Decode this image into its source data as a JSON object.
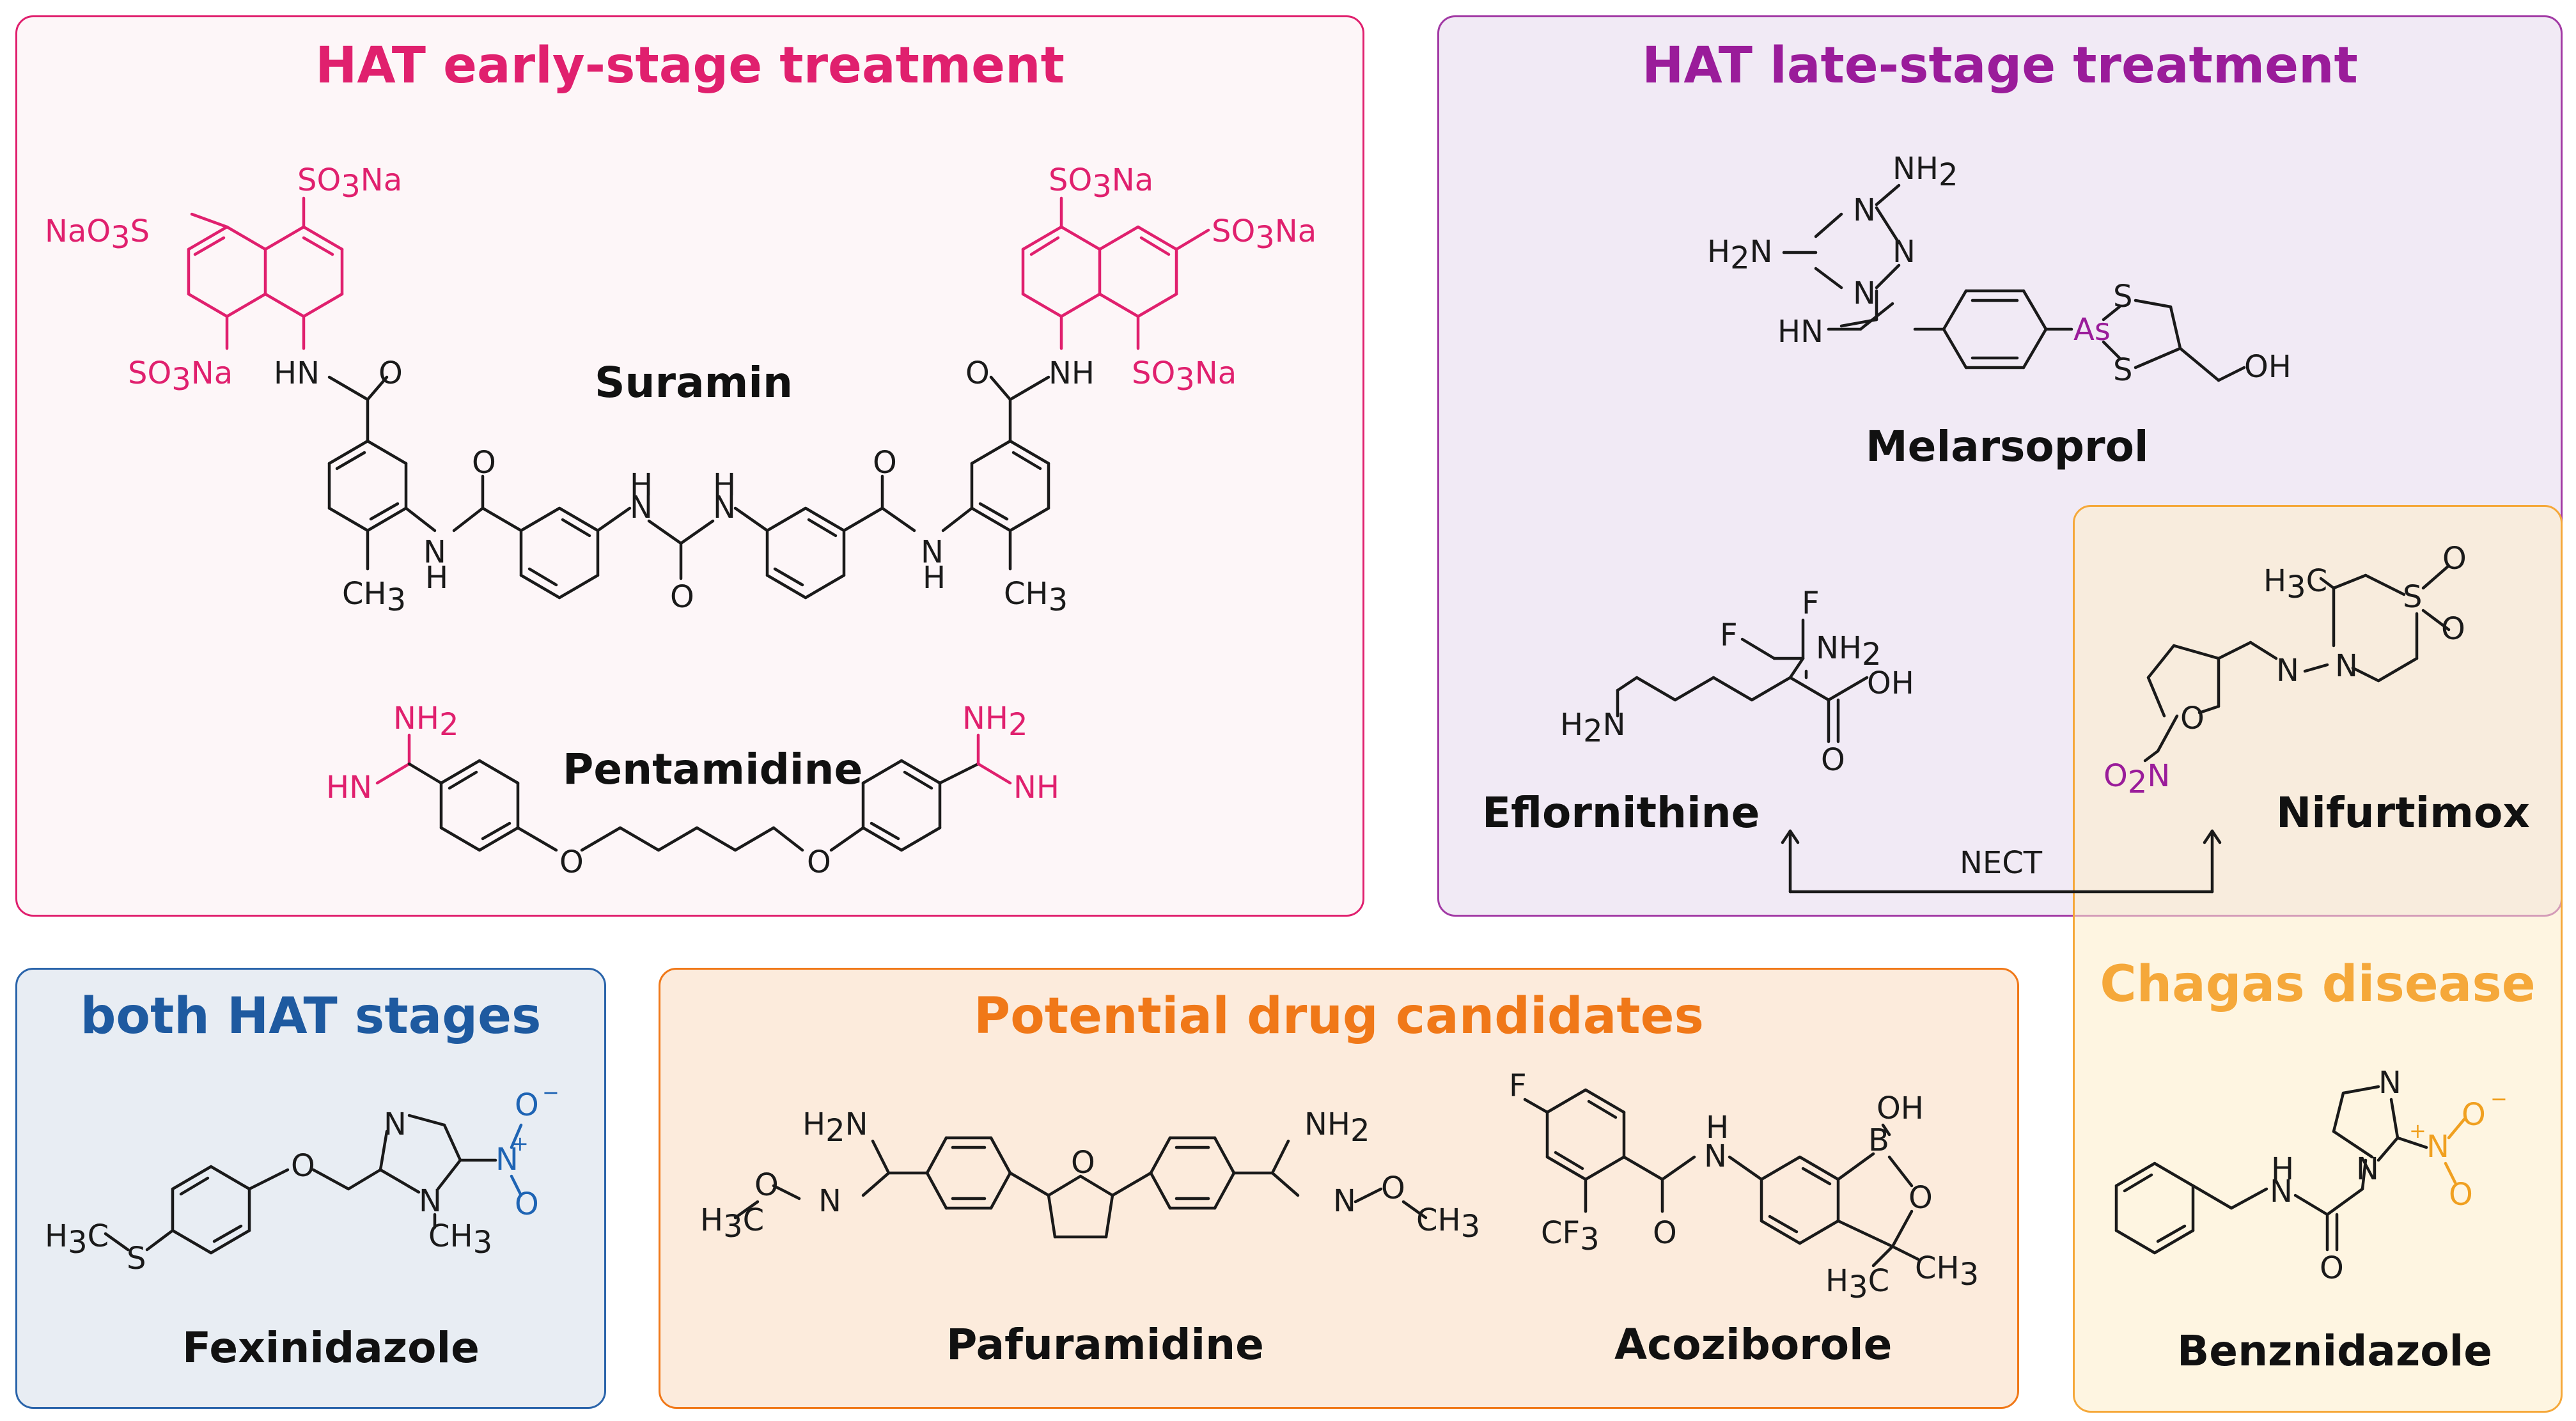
{
  "colors": {
    "early": "#e0206e",
    "late": "#9a1c9a",
    "both": "#1e5aa0",
    "potential": "#f07818",
    "chagas": "#f5a83a"
  },
  "panels": {
    "early": {
      "title": "HAT early-stage treatment"
    },
    "late": {
      "title": "HAT late-stage treatment"
    },
    "both": {
      "title": "both HAT stages"
    },
    "potential": {
      "title": "Potential drug candidates"
    },
    "chagas": {
      "title": "Chagas disease"
    }
  },
  "drugs": {
    "suramin": "Suramin",
    "pentamidine": "Pentamidine",
    "melarsoprol": "Melarsoprol",
    "eflornithine": "Eflornithine",
    "nifurtimox": "Nifurtimox",
    "fexinidazole": "Fexinidazole",
    "pafuramidine": "Pafuramidine",
    "acoziborole": "Acoziborole",
    "benznidazole": "Benznidazole"
  },
  "combination": {
    "label": "NECT"
  }
}
